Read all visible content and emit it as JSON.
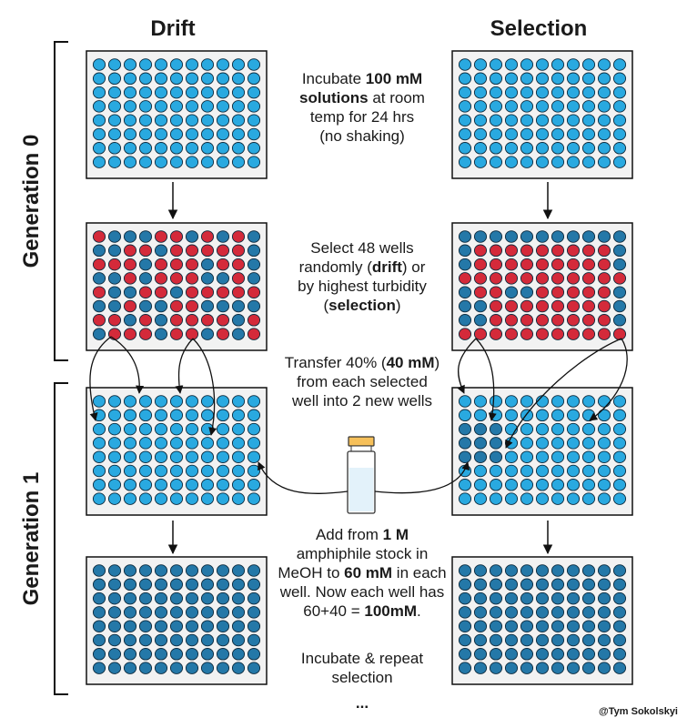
{
  "titles": {
    "left": "Drift",
    "right": "Selection"
  },
  "generations": {
    "g0": "Generation 0",
    "g1": "Generation 1"
  },
  "steps": {
    "incubate": [
      "Incubate ",
      "100 mM",
      " ",
      "solutions",
      " at room",
      "temp for 24 hrs",
      "(no shaking)"
    ],
    "select": [
      "Select 48 wells",
      "randomly (",
      "drift",
      ") or",
      "by highest turbidity",
      "(",
      "selection",
      ")"
    ],
    "transfer": [
      "Transfer 40% (",
      "40 mM",
      ")",
      "from each selected",
      "well into 2 new wells"
    ],
    "add": [
      "Add from ",
      "1 M",
      "amphiphile stock in",
      "MeOH to ",
      "60 mM",
      " in each",
      "well. Now each well has",
      "60+40 = ",
      "100mM",
      "."
    ],
    "repeat": [
      "Incubate & repeat",
      "selection"
    ],
    "ellipsis": "..."
  },
  "credit": "@Tym Sokolskyi",
  "colors": {
    "well_light": "#29a9e0",
    "well_dark": "#2478a8",
    "well_red": "#d42a3a",
    "plate_bg": "#f2f2f2",
    "vial_liquid": "#e3f2fa",
    "vial_cap": "#f6c05a"
  },
  "plates": {
    "drift_gen0": {
      "fill": "light",
      "pattern": "all"
    },
    "drift_selected": {
      "fill": "mixed",
      "pattern": [
        "RDDDRRDRDRD",
        "DDRRDRRRRRD",
        "RRRDRRRDRRD",
        "DDRDRRRDDRD",
        "RDDRRDRRRRR",
        "DDRDDRRDDDD",
        "RRDRDRRRRDR",
        "DRRRDRRDRDR"
      ]
    },
    "drift_gen1": {
      "fill": "light",
      "pattern": "all"
    },
    "drift_gen1_final": {
      "fill": "dark",
      "pattern": "all"
    },
    "selection_gen0": {
      "fill": "light",
      "pattern": "all"
    },
    "selection_selected": {
      "fill": "mixed",
      "pattern": [
        "DDDDDDDDDDD",
        "DRRRRRRRRRD",
        "DRRRRRRRRRD",
        "RRRRRRRRRRR",
        "DRRDDRRRRRD",
        "DDRRRRRRRRD",
        "DDRRRRRRRRD",
        "RRRRRRRRRRR"
      ]
    },
    "selection_gen1": {
      "fill": "mixed_gen1",
      "pattern": "first3dark"
    },
    "selection_gen1_final": {
      "fill": "dark",
      "pattern": "all"
    }
  }
}
